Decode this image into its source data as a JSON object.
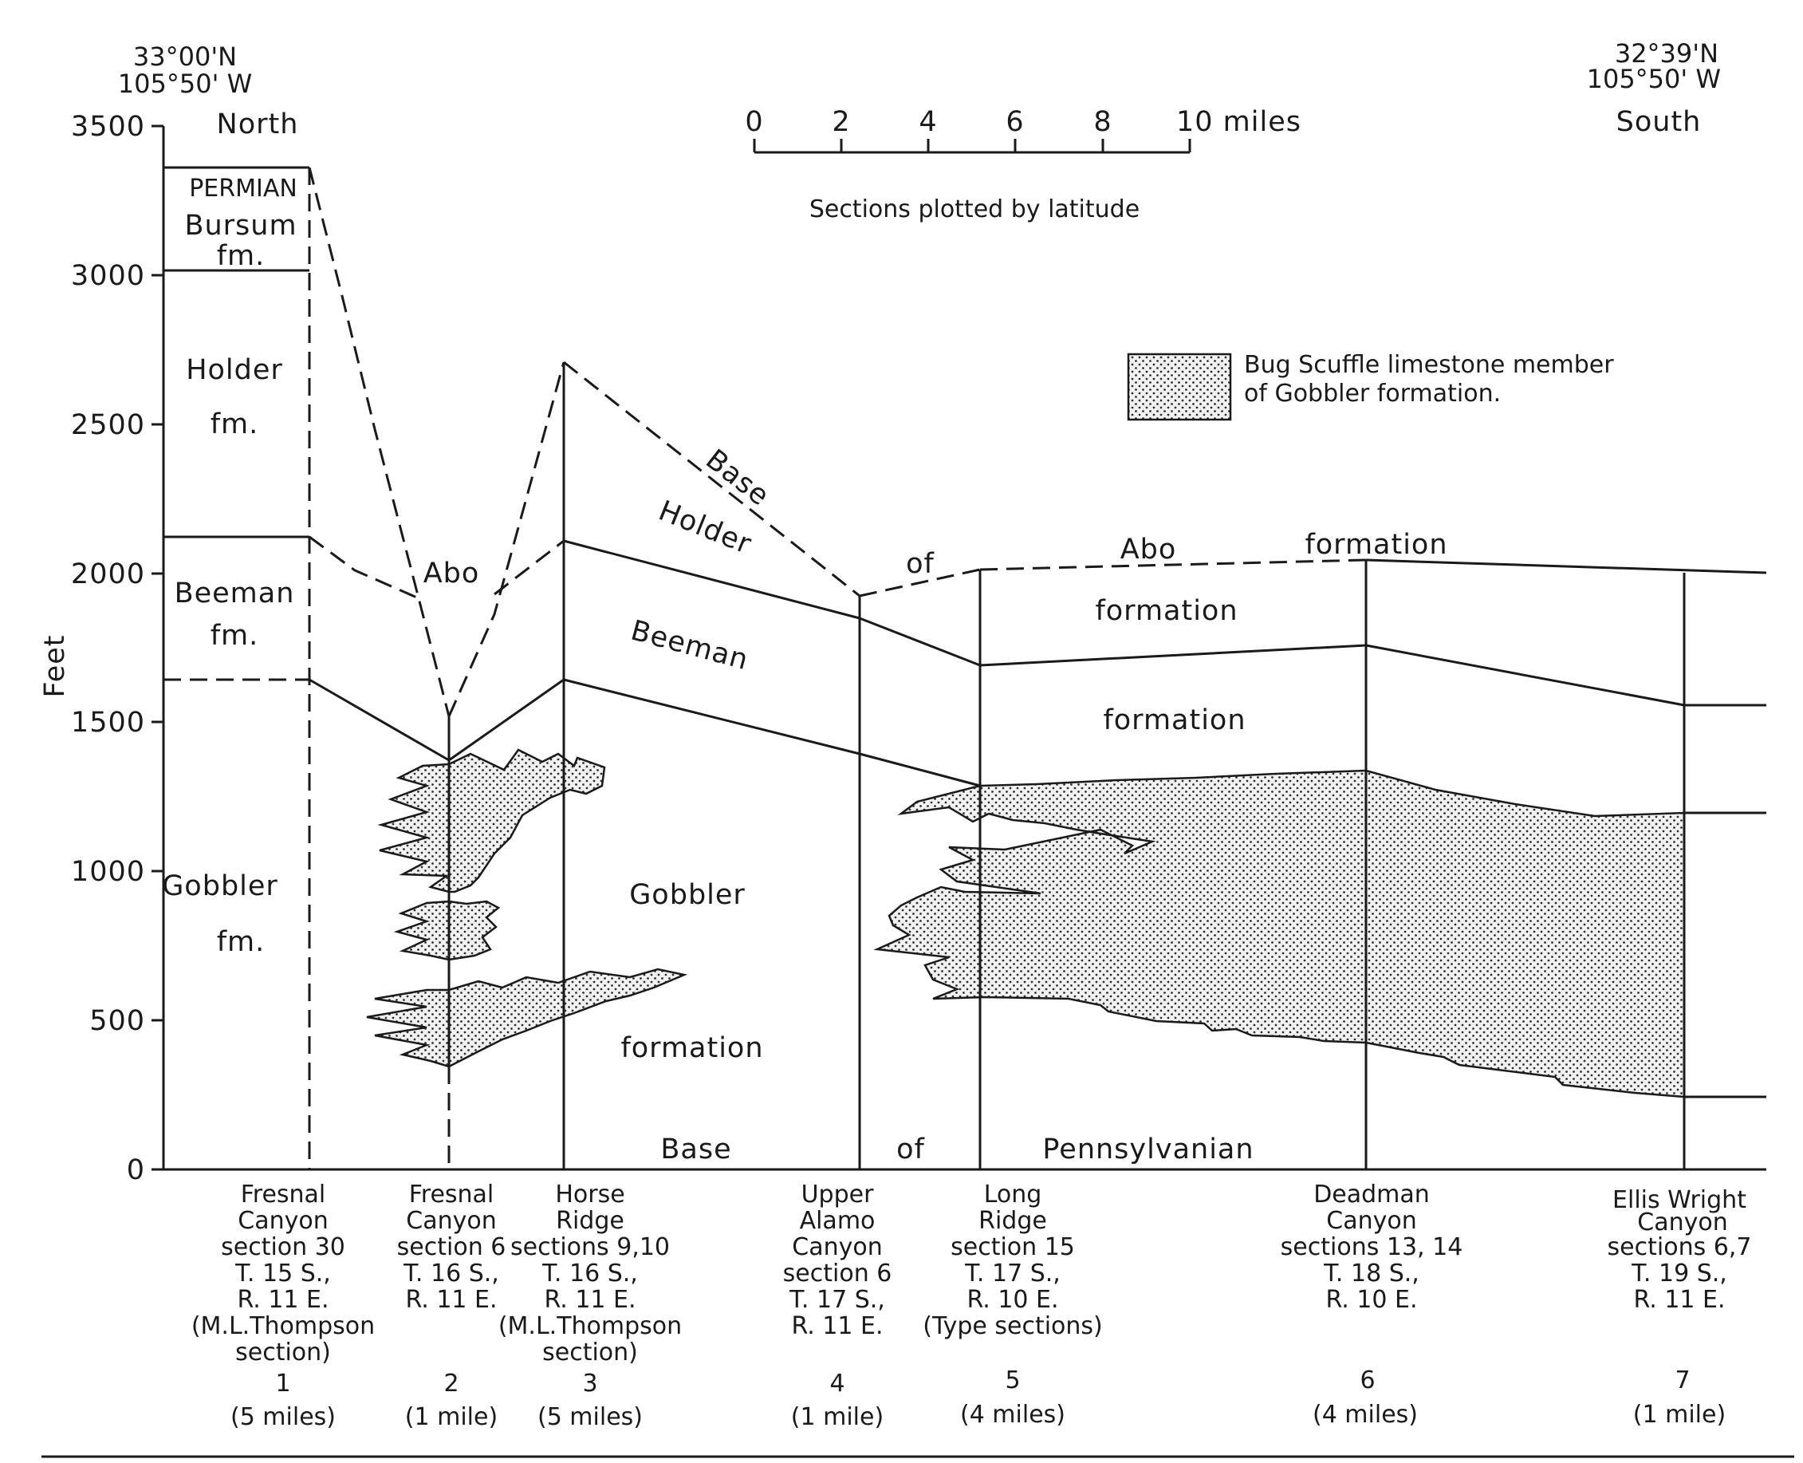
{
  "header": {
    "north_coord_1": "33°00'N",
    "north_coord_2": "105°50' W",
    "south_coord_1": "32°39'N",
    "south_coord_2": "105°50' W",
    "north": "North",
    "south": "South"
  },
  "scale": {
    "ticks": [
      "0",
      "2",
      "4",
      "6",
      "8",
      "10 miles"
    ],
    "caption": "Sections plotted by latitude"
  },
  "legend": {
    "line1": "Bug Scuffle limestone member",
    "line2": "of Gobbler formation."
  },
  "axis": {
    "title": "Feet",
    "ticks": [
      "3500",
      "3000",
      "2500",
      "2000",
      "1500",
      "1000",
      "500",
      "0"
    ]
  },
  "formations": {
    "permian": "PERMIAN",
    "bursum1": "Bursum",
    "bursum2": "fm.",
    "holder1": "Holder",
    "holder2": "fm.",
    "beeman1": "Beeman",
    "beeman2": "fm.",
    "gobbler1": "Gobbler",
    "gobbler2": "fm.",
    "abo_left": "Abo",
    "base_holder_1": "Base",
    "base_holder_2": "Holder",
    "beeman_mid": "Beeman",
    "gobbler_mid": "Gobbler",
    "formation_lower": "formation",
    "of_abo": "of",
    "abo_right": "Abo",
    "formation_abo": "formation",
    "formation_holder": "formation",
    "formation_beeman": "formation",
    "base_penn_1": "Base",
    "base_penn_2": "of",
    "base_penn_3": "Pennsylvanian"
  },
  "sections": [
    {
      "lines": [
        "Fresnal",
        "Canyon",
        "section 30",
        "T. 15 S.,",
        "R. 11 E.",
        "(M.L.Thompson",
        "section)"
      ],
      "number": "1",
      "distance": "(5 miles)"
    },
    {
      "lines": [
        "Fresnal",
        "Canyon",
        "section 6",
        "T. 16 S.,",
        "R. 11 E."
      ],
      "number": "2",
      "distance": "(1 mile)"
    },
    {
      "lines": [
        "Horse",
        "Ridge",
        "sections 9,10",
        "T. 16 S.,",
        "R. 11 E.",
        "(M.L.Thompson",
        "section)"
      ],
      "number": "3",
      "distance": "(5 miles)"
    },
    {
      "lines": [
        "Upper",
        "Alamo",
        "Canyon",
        "section 6",
        "T. 17 S.,",
        "R. 11 E."
      ],
      "number": "4",
      "distance": "(1 mile)"
    },
    {
      "lines": [
        "Long",
        "Ridge",
        "section 15",
        "T. 17 S.,",
        "R. 10 E.",
        "(Type sections)"
      ],
      "number": "5",
      "distance": "(4 miles)"
    },
    {
      "lines": [
        "Deadman",
        "Canyon",
        "sections 13, 14",
        "T. 18 S.,",
        "R. 10 E."
      ],
      "number": "6",
      "distance": "(4 miles)"
    },
    {
      "lines": [
        "Ellis Wright",
        "Canyon",
        "sections 6,7",
        "T. 19 S.,",
        "R. 11 E."
      ],
      "number": "7",
      "distance": "(1 mile)"
    }
  ]
}
